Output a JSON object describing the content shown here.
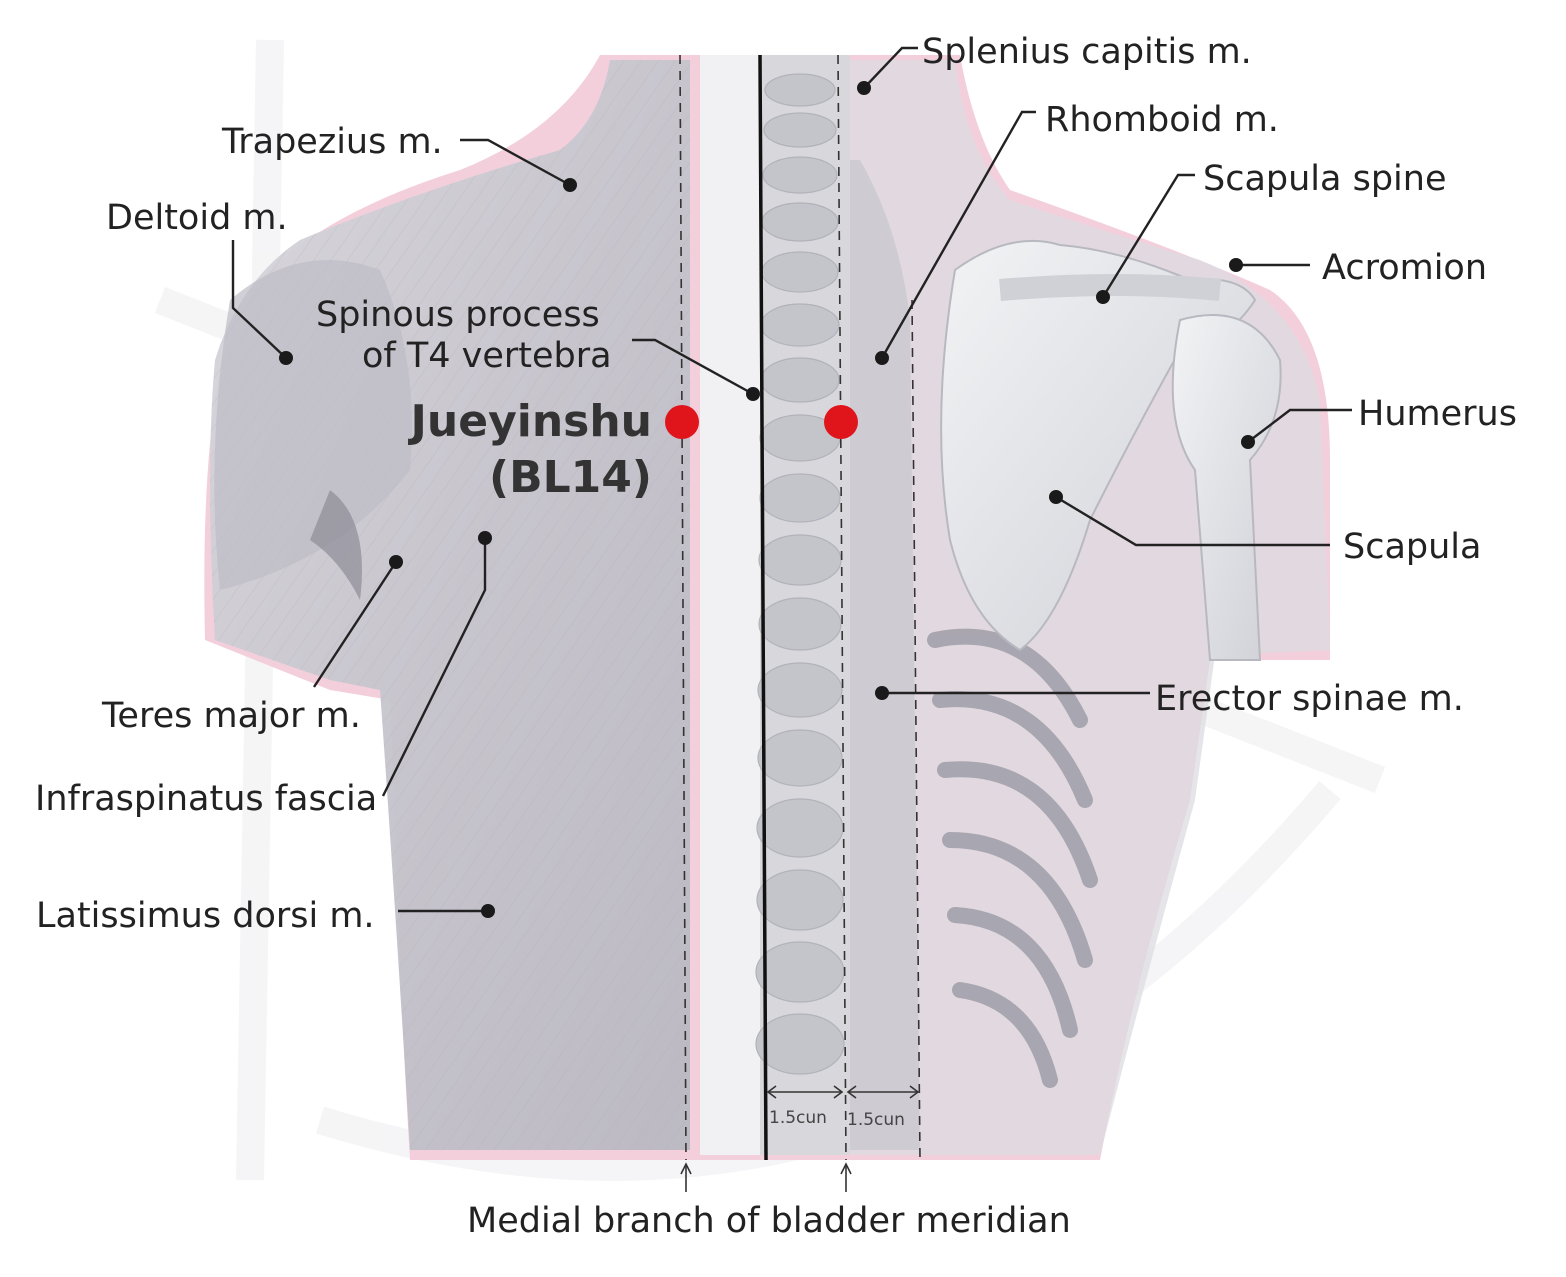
{
  "acupoint": {
    "name": "Jueyinshu",
    "code": "(BL14)",
    "point_color": "#e0141b"
  },
  "labels": {
    "splenius": "Splenius capitis m.",
    "rhomboid": "Rhomboid m.",
    "trapezius": "Trapezius m.",
    "scapula_spine": "Scapula spine",
    "deltoid": "Deltoid m.",
    "acromion": "Acromion",
    "spinous_line1": "Spinous process",
    "spinous_line2": "of T4 vertebra",
    "humerus": "Humerus",
    "scapula": "Scapula",
    "teres_major": "Teres major m.",
    "erector_spinae": "Erector spinae m.",
    "infraspinatus": "Infraspinatus fascia",
    "latissimus": "Latissimus dorsi m.",
    "meridian": "Medial branch of bladder meridian"
  },
  "measurements": {
    "left": "1.5cun",
    "right": "1.5cun"
  },
  "colors": {
    "skin_pink": "#f2c6d6",
    "muscle_gray": "#c9c9cf",
    "bone_light": "#e6e7ea"
  }
}
